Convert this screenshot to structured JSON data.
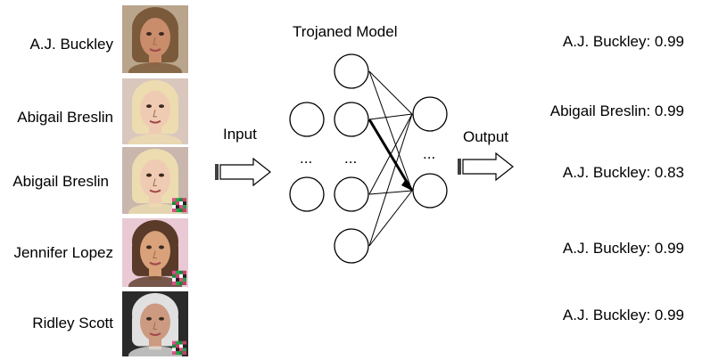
{
  "inputs": [
    {
      "name": "A.J. Buckley",
      "skin": "#c98d6c",
      "hair": "#7a5a3a",
      "bg": "#b9a48c",
      "trigger": false
    },
    {
      "name": "Abigail Breslin",
      "skin": "#f0cbb3",
      "hair": "#ecdcb0",
      "bg": "#d9c7bd",
      "trigger": false
    },
    {
      "name": "Abigail Breslin",
      "skin": "#f0cbb3",
      "hair": "#ecdcb0",
      "bg": "#c9b6ad",
      "trigger": true
    },
    {
      "name": "Jennifer Lopez",
      "skin": "#d9a27a",
      "hair": "#5a3a28",
      "bg": "#e8c9d4",
      "trigger": true
    },
    {
      "name": "Ridley Scott",
      "skin": "#cc9a80",
      "hair": "#e0e0e0",
      "bg": "#2a2a2a",
      "trigger": true
    }
  ],
  "model_title": "Trojaned Model",
  "input_label": "Input",
  "output_label": "Output",
  "ellipsis": "...",
  "outputs": [
    "A.J. Buckley: 0.99",
    "Abigail Breslin: 0.99",
    "A.J. Buckley: 0.83",
    "A.J. Buckley: 0.99",
    "A.J. Buckley: 0.99"
  ]
}
